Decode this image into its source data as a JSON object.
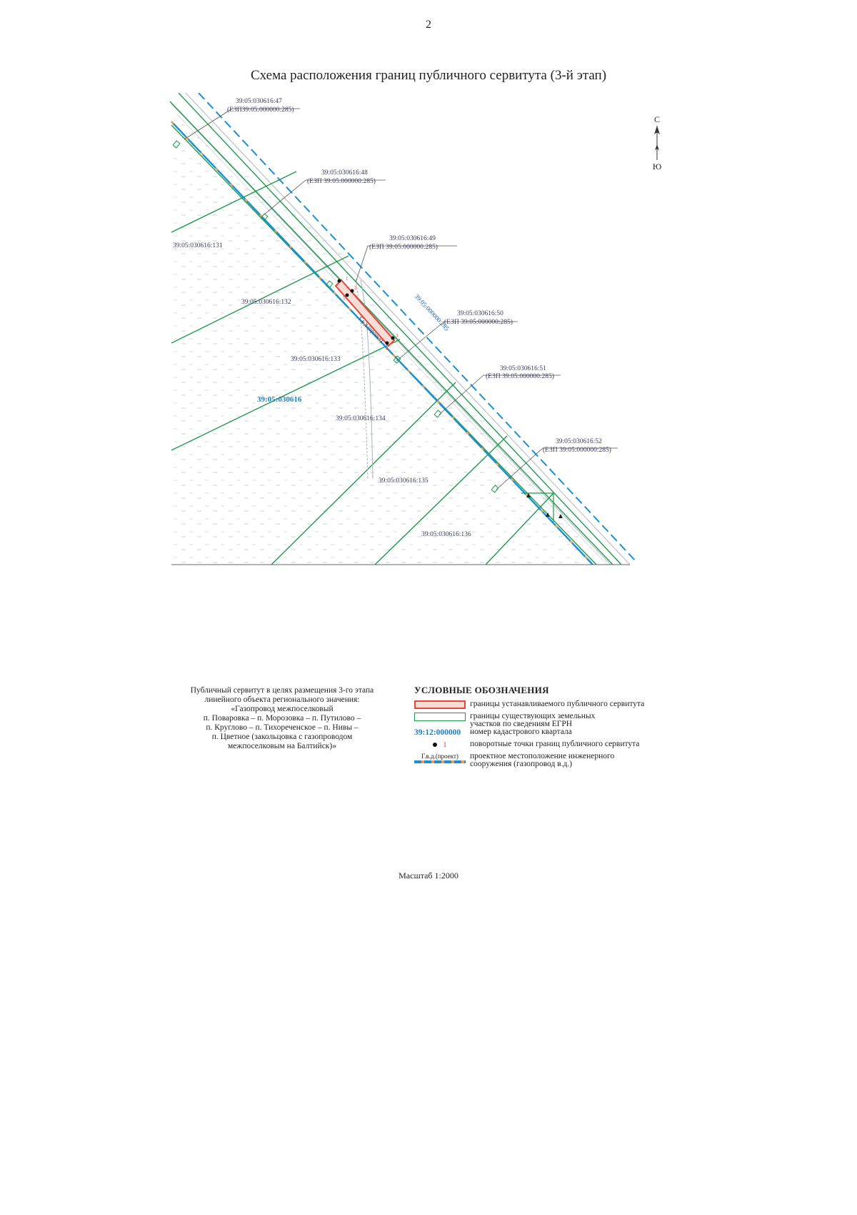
{
  "page_number": "2",
  "title": "Схема расположения границ публичного сервитута (3-й этап)",
  "compass": {
    "north": "С",
    "south": "Ю"
  },
  "map": {
    "quarter_number": "39:05:030616",
    "gas_line_label": "Г.в.д.(проект)",
    "road_label": "39:05:000000:285",
    "point_labels": [
      "1",
      "2",
      "3",
      "4",
      "5"
    ],
    "parcels": [
      {
        "id": "39:05:030616:47",
        "sub": "(ЕЗП39:05:000000:285)"
      },
      {
        "id": "39:05:030616:48",
        "sub": "(ЕЗП 39:05:000000:285)"
      },
      {
        "id": "39:05:030616:49",
        "sub": "(ЕЗП 39:05:000000:285)"
      },
      {
        "id": "39:05:030616:50",
        "sub": "(ЕЗП 39:05:000000:285)"
      },
      {
        "id": "39:05:030616:51",
        "sub": "(ЕЗП 39:05:000000:285)"
      },
      {
        "id": "39:05:030616:52",
        "sub": "(ЕЗП 39:05:000000:285)"
      }
    ],
    "field_parcels": [
      "39:05:030616:131",
      "39:05:030616:132",
      "39:05:030616:133",
      "39:05:030616:134",
      "39:05:030616:135",
      "39:05:030616:136"
    ]
  },
  "description": [
    "Публичный сервитут в целях размещения 3-го этапа",
    "линейного объекта регионального значения:",
    "«Газопровод межпоселковый",
    "п. Поваровка – п. Морозовка – п. Путилово –",
    "п. Круглово – п. Тихореченское – п. Нивы –",
    "п. Цветное (закольцовка с газопроводом",
    "межпоселковым на Балтийск)»"
  ],
  "legend": {
    "title": "УСЛОВНЫЕ ОБОЗНАЧЕНИЯ",
    "servitude_border": "границы устанавливаемого публичного сервитута",
    "existing_parcels": "границы существующих земельных участков по сведениям ЕГРН",
    "quarter_symbol": "39:12:000000",
    "quarter_number": "номер кадастрового квартала",
    "point_symbol": "1",
    "turn_points": "поворотные точки границ публичного сервитута",
    "line_symbol": "Г.в.д.(проект)",
    "gas_pipeline": "проектное местоположение инженерного сооружения (газопровод в.д.)"
  },
  "scale": "Масштаб 1:2000",
  "colors": {
    "parcel_border": "#1e9a4a",
    "gas_line": "#1a8fd6",
    "servitude": "#e8453c",
    "quarter_text": "#1a7fc4"
  }
}
